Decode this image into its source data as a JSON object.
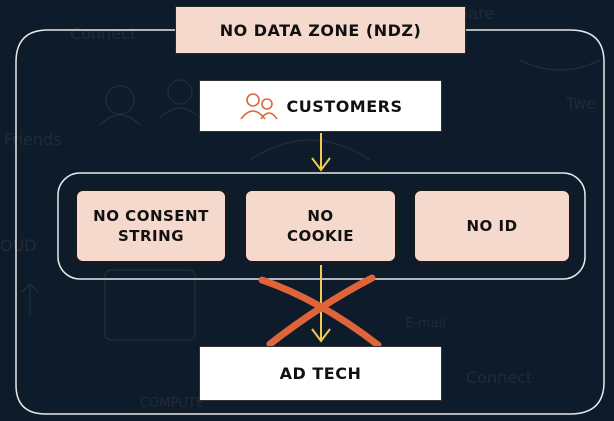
{
  "title": "NO DATA ZONE (NDZ)",
  "nodes": {
    "customers": {
      "label": "CUSTOMERS",
      "icon": "people-icon"
    },
    "ad_tech": {
      "label": "AD TECH"
    }
  },
  "conditions": [
    {
      "label_lines": [
        "NO CONSENT",
        "STRING"
      ]
    },
    {
      "label_lines": [
        "NO",
        "COOKIE"
      ]
    },
    {
      "label_lines": [
        "NO ID"
      ]
    }
  ],
  "colors": {
    "background": "#0e1b2a",
    "peach": "#f6d9cd",
    "accent_orange": "#e0643a",
    "outline": "#e8e8e8"
  },
  "background_doodle_text": [
    "Connect",
    "Friends",
    "Share",
    "Twe",
    "E-mail",
    "Connect",
    "COMPUTE",
    "OUD"
  ]
}
